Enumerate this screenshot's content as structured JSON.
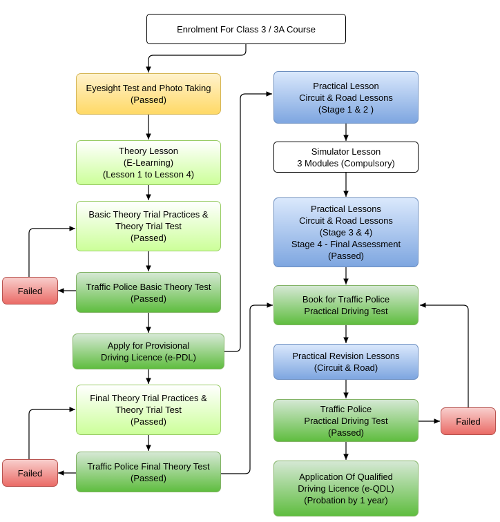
{
  "nodes": {
    "enrolment": [
      "Enrolment For Class 3 / 3A Course"
    ],
    "eyesight": [
      "Eyesight Test and Photo Taking",
      "(Passed)"
    ],
    "theory_lesson": [
      "Theory Lesson",
      "(E-Learning)",
      "(Lesson 1 to Lesson 4)"
    ],
    "basic_trial": [
      "Basic Theory Trial Practices &",
      "Theory Trial Test",
      "(Passed)"
    ],
    "btt": [
      "Traffic Police Basic Theory Test",
      "(Passed)"
    ],
    "failed_1": [
      "Failed"
    ],
    "epdl": [
      "Apply for Provisional",
      "Driving Licence (e-PDL)"
    ],
    "final_trial": [
      "Final Theory Trial Practices &",
      "Theory Trial Test",
      "(Passed)"
    ],
    "ftt": [
      "Traffic Police Final Theory Test",
      "(Passed)"
    ],
    "failed_2": [
      "Failed"
    ],
    "practical_1": [
      "Practical Lesson",
      "Circuit & Road Lessons",
      "(Stage 1 & 2 )"
    ],
    "simulator": [
      "Simulator Lesson",
      "3 Modules (Compulsory)"
    ],
    "practical_34": [
      "Practical Lessons",
      "Circuit & Road Lessons",
      "(Stage 3 & 4)",
      "Stage 4 - Final Assessment",
      "(Passed)"
    ],
    "book_test": [
      "Book for Traffic Police",
      "Practical Driving Test"
    ],
    "revision": [
      "Practical Revision Lessons",
      "(Circuit & Road)"
    ],
    "tp_test": [
      "Traffic Police",
      "Practical Driving Test",
      "(Passed)"
    ],
    "failed_3": [
      "Failed"
    ],
    "eqdl": [
      "Application Of Qualified",
      "Driving Licence (e-QDL)",
      "(Probation by 1 year)"
    ]
  }
}
